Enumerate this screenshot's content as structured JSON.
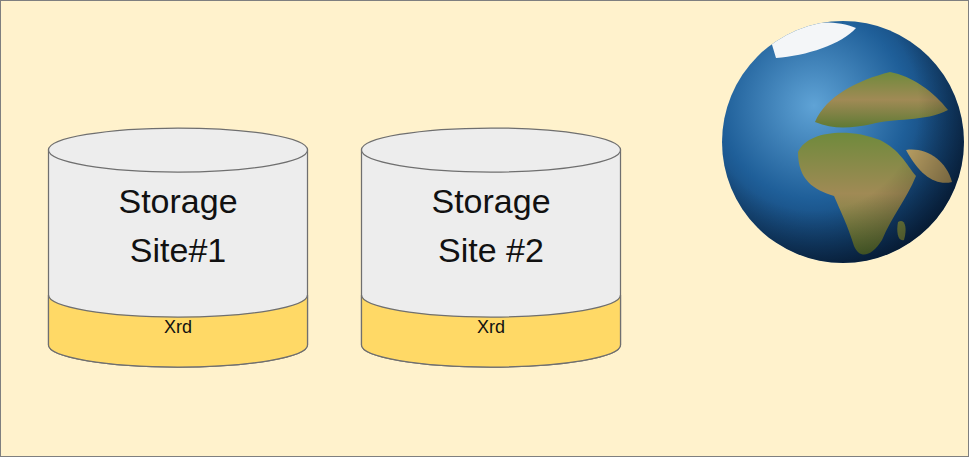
{
  "diagram": {
    "nodes": [
      {
        "text": [
          "Storage Site#1"
        ]
      },
      {
        "text": [
          "Xrd"
        ],
        "in": 0
      },
      {
        "text": [
          "Storage Site #2"
        ]
      },
      {
        "text": [
          "Xrd"
        ],
        "in": 2
      }
    ]
  }
}
